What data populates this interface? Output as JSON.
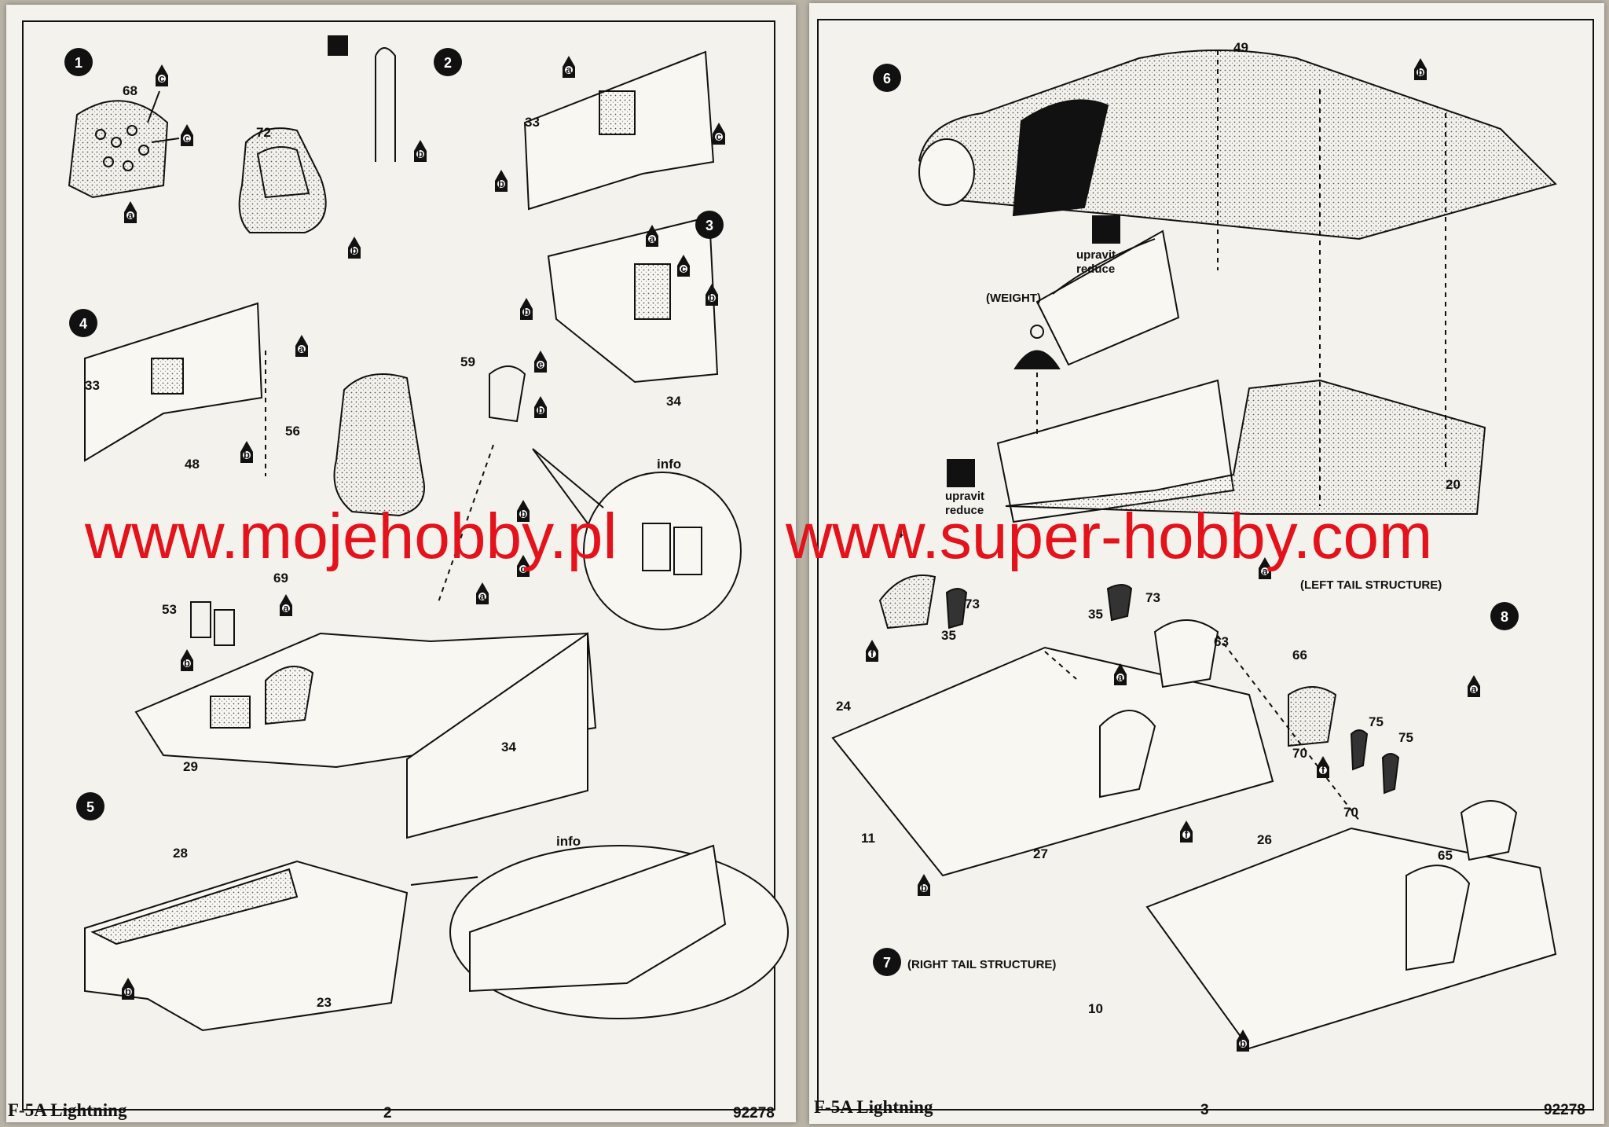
{
  "left_page": {
    "footer": {
      "model": "F-5A Lightning",
      "page_number": "2",
      "kit_number": "92278"
    },
    "steps": [
      {
        "number": "1",
        "parts": [
          "68"
        ],
        "paint_codes": [
          "c",
          "c",
          "a"
        ]
      },
      {
        "number": "2",
        "parts": [
          "72",
          "33"
        ],
        "paint_codes": [
          "b",
          "b",
          "a",
          "c",
          "b"
        ]
      },
      {
        "number": "3",
        "parts": [
          "34"
        ],
        "paint_codes": [
          "a",
          "c",
          "b",
          "b"
        ]
      },
      {
        "number": "4",
        "parts": [
          "33",
          "56",
          "48",
          "59",
          "53",
          "69",
          "29",
          "34"
        ],
        "paint_codes": [
          "a",
          "b",
          "e",
          "b",
          "b",
          "c",
          "a",
          "a",
          "b"
        ],
        "detail_label": "info"
      },
      {
        "number": "5",
        "parts": [
          "28",
          "23"
        ],
        "paint_codes": [
          "b"
        ],
        "detail_label": "info"
      }
    ]
  },
  "right_page": {
    "footer": {
      "model": "F-5A Lightning",
      "page_number": "3",
      "kit_number": "92278"
    },
    "steps": [
      {
        "number": "6",
        "parts": [
          "49",
          "20"
        ],
        "paint_codes": [
          "b"
        ],
        "notes": [
          "upravit",
          "reduce",
          "(WEIGHT)",
          "upravit",
          "reduce"
        ]
      },
      {
        "number": "7",
        "title": "(RIGHT TAIL STRUCTURE)",
        "parts": [
          "4",
          "73",
          "35",
          "24",
          "11",
          "27",
          "35",
          "73",
          "63"
        ],
        "paint_codes": [
          "f",
          "b",
          "f",
          "a",
          "a"
        ]
      },
      {
        "number": "8",
        "title": "(LEFT TAIL STRUCTURE)",
        "parts": [
          "66",
          "75",
          "70",
          "75",
          "70",
          "65",
          "26",
          "10"
        ],
        "paint_codes": [
          "a",
          "f",
          "b"
        ]
      }
    ]
  },
  "watermark": {
    "left": "www.mojehobby.pl",
    "right": "www.super-hobby.com"
  }
}
